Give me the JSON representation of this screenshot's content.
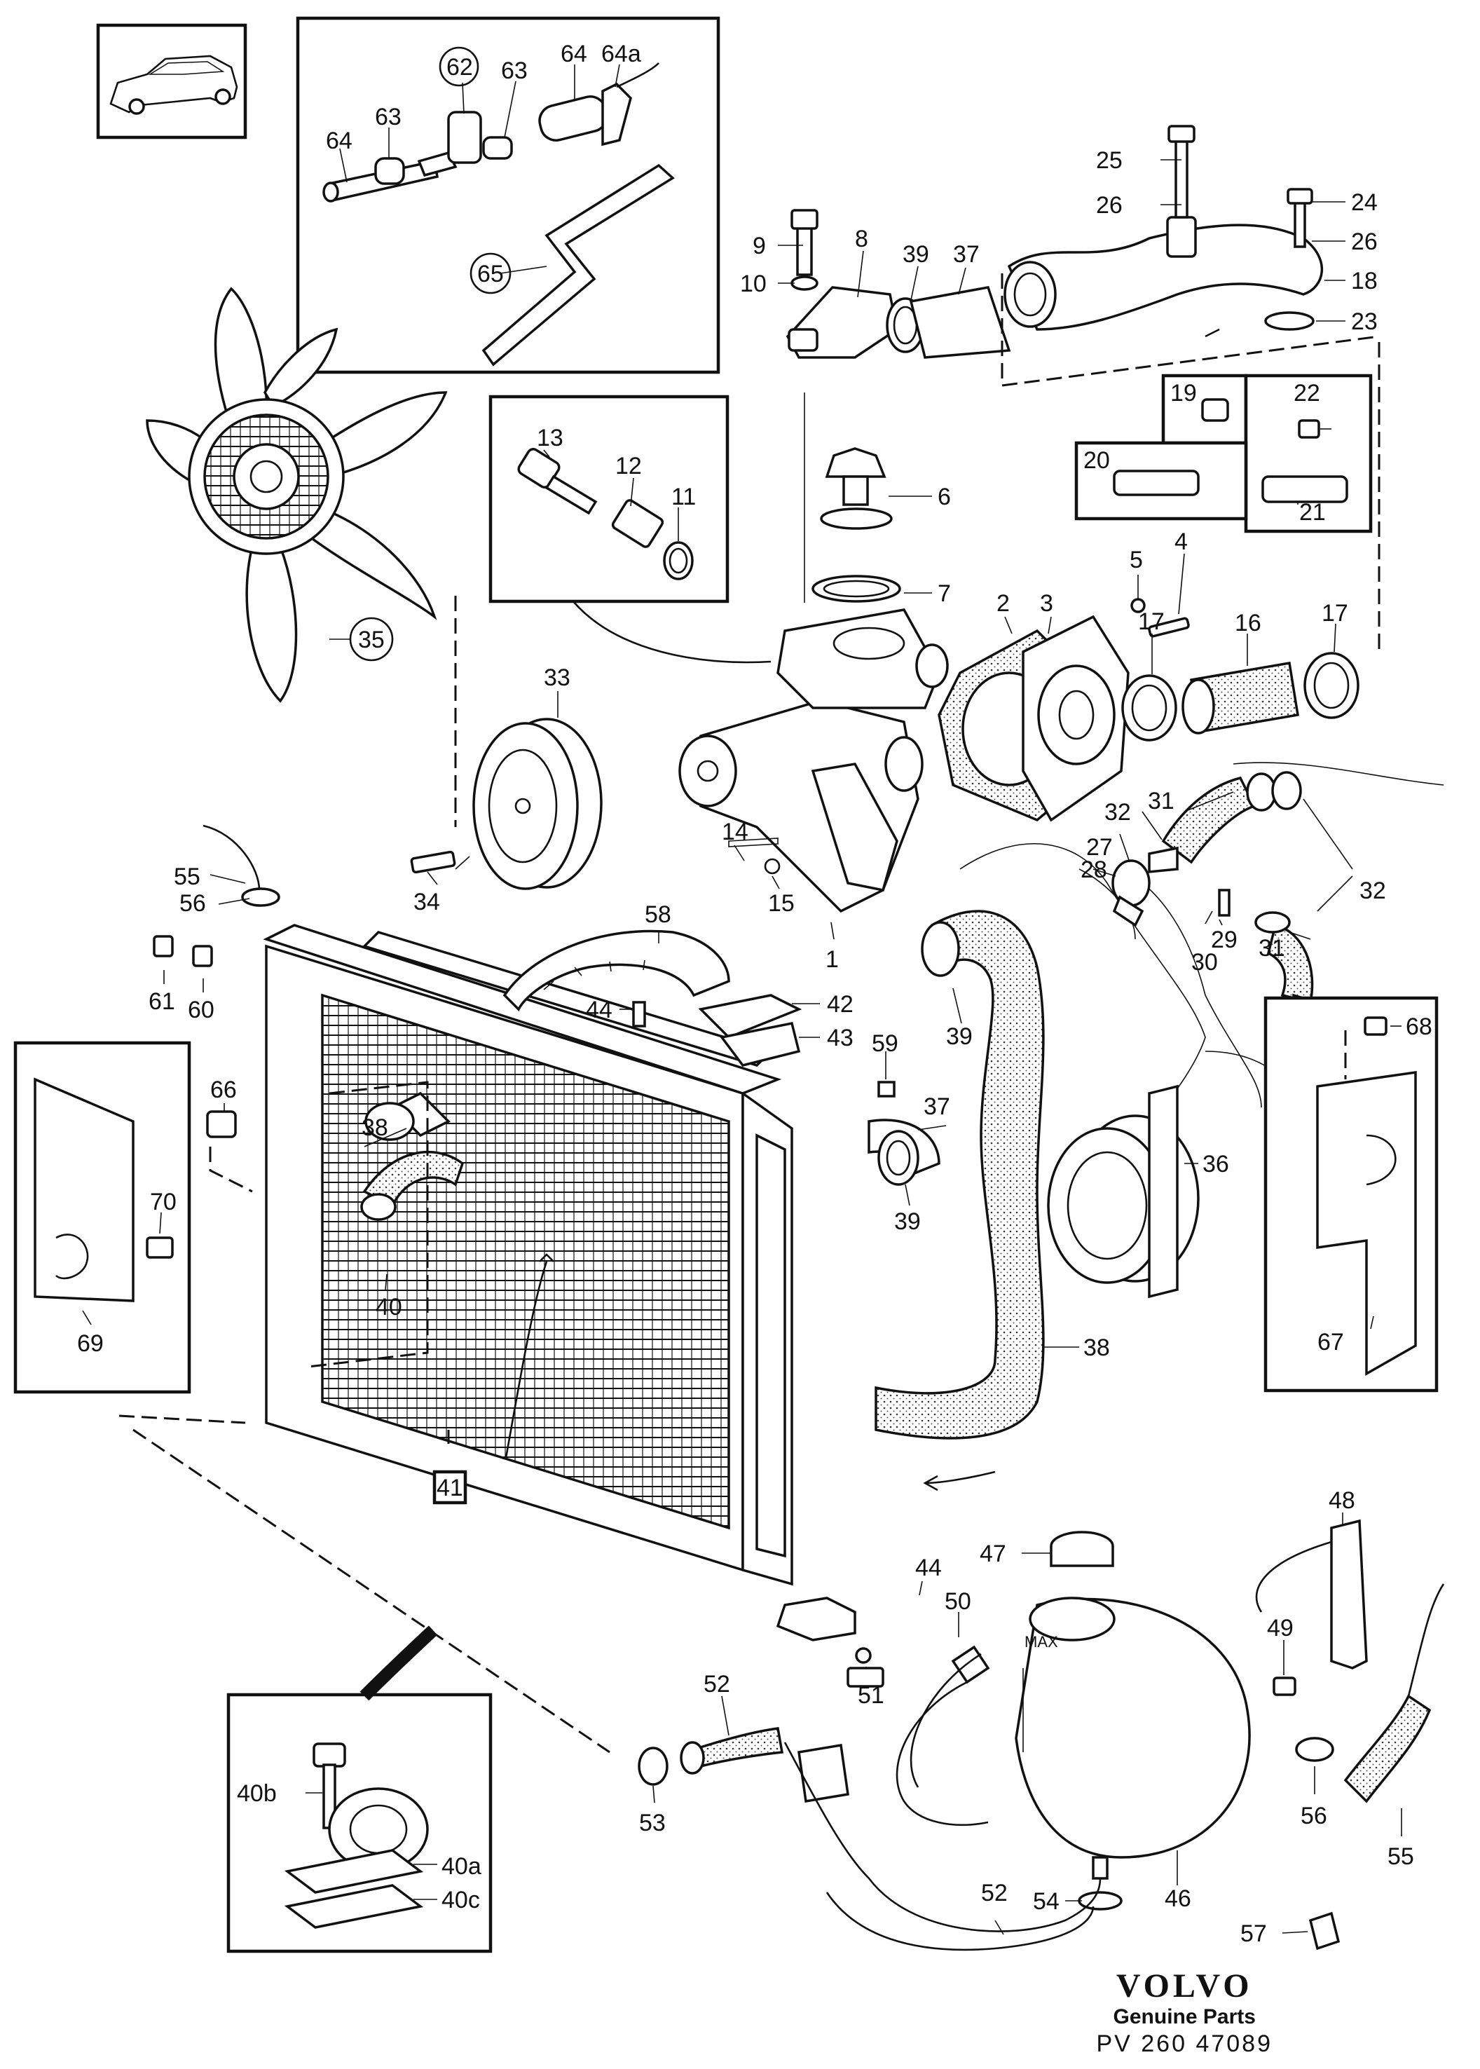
{
  "callouts": {
    "c1": "1",
    "c2": "2",
    "c3": "3",
    "c4": "4",
    "c5": "5",
    "c6": "6",
    "c7": "7",
    "c8": "8",
    "c9": "9",
    "c10": "10",
    "c11": "11",
    "c12": "12",
    "c13": "13",
    "c14": "14",
    "c15": "15",
    "c16": "16",
    "c17a": "17",
    "c17b": "17",
    "c18": "18",
    "c19": "19",
    "c20": "20",
    "c21": "21",
    "c22": "22",
    "c23": "23",
    "c24": "24",
    "c25": "25",
    "c26a": "26",
    "c26b": "26",
    "c27": "27",
    "c28": "28",
    "c29": "29",
    "c30": "30",
    "c31a": "31",
    "c31b": "31",
    "c32a": "32",
    "c32b": "32",
    "c33": "33",
    "c34": "34",
    "c35": "35",
    "c36": "36",
    "c37a": "37",
    "c37b": "37",
    "c38a": "38",
    "c38b": "38",
    "c39a": "39",
    "c39b": "39",
    "c39c": "39",
    "c40": "40",
    "c40a": "40a",
    "c40b": "40b",
    "c40c": "40c",
    "c41": "41",
    "c42": "42",
    "c43": "43",
    "c44a": "44",
    "c44b": "44",
    "c46": "46",
    "c47": "47",
    "c48": "48",
    "c49": "49",
    "c50": "50",
    "c51": "51",
    "c52a": "52",
    "c52b": "52",
    "c53": "53",
    "c54": "54",
    "c55a": "55",
    "c55b": "55",
    "c56a": "56",
    "c56b": "56",
    "c57": "57",
    "c58": "58",
    "c59": "59",
    "c60": "60",
    "c61": "61",
    "c62": "62",
    "c63a": "63",
    "c63b": "63",
    "c64a": "64",
    "c64b": "64",
    "c64c": "64a",
    "c65": "65",
    "c66": "66",
    "c67": "67",
    "c68": "68",
    "c69": "69",
    "c70": "70"
  },
  "tank_marking": "MAX",
  "footer": {
    "brand": "VOLVO",
    "subtitle": "Genuine Parts",
    "plate_number": "PV 260 47089"
  }
}
